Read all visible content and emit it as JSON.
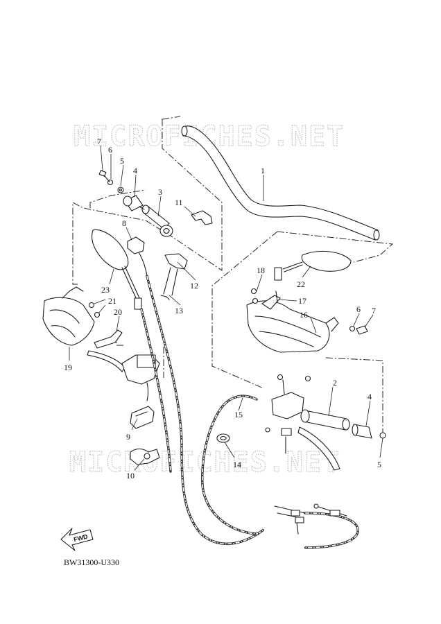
{
  "watermark": "MICROFICHES.NET",
  "diagram_code": "BW31300-U330",
  "fwd_label": "FWD",
  "parts": [
    {
      "id": "p1",
      "label": "1"
    },
    {
      "id": "p2",
      "label": "2"
    },
    {
      "id": "p3",
      "label": "3"
    },
    {
      "id": "p4a",
      "label": "4"
    },
    {
      "id": "p4b",
      "label": "4"
    },
    {
      "id": "p5a",
      "label": "5"
    },
    {
      "id": "p5b",
      "label": "5"
    },
    {
      "id": "p6a",
      "label": "6"
    },
    {
      "id": "p6b",
      "label": "6"
    },
    {
      "id": "p7a",
      "label": "7"
    },
    {
      "id": "p7b",
      "label": "7"
    },
    {
      "id": "p8",
      "label": "8"
    },
    {
      "id": "p9",
      "label": "9"
    },
    {
      "id": "p10",
      "label": "10"
    },
    {
      "id": "p11",
      "label": "11"
    },
    {
      "id": "p12",
      "label": "12"
    },
    {
      "id": "p13",
      "label": "13"
    },
    {
      "id": "p14",
      "label": "14"
    },
    {
      "id": "p15",
      "label": "15"
    },
    {
      "id": "p16",
      "label": "16"
    },
    {
      "id": "p17",
      "label": "17"
    },
    {
      "id": "p18",
      "label": "18"
    },
    {
      "id": "p19",
      "label": "19"
    },
    {
      "id": "p20",
      "label": "20"
    },
    {
      "id": "p21",
      "label": "21"
    },
    {
      "id": "p22",
      "label": "22"
    },
    {
      "id": "p23",
      "label": "23"
    }
  ]
}
